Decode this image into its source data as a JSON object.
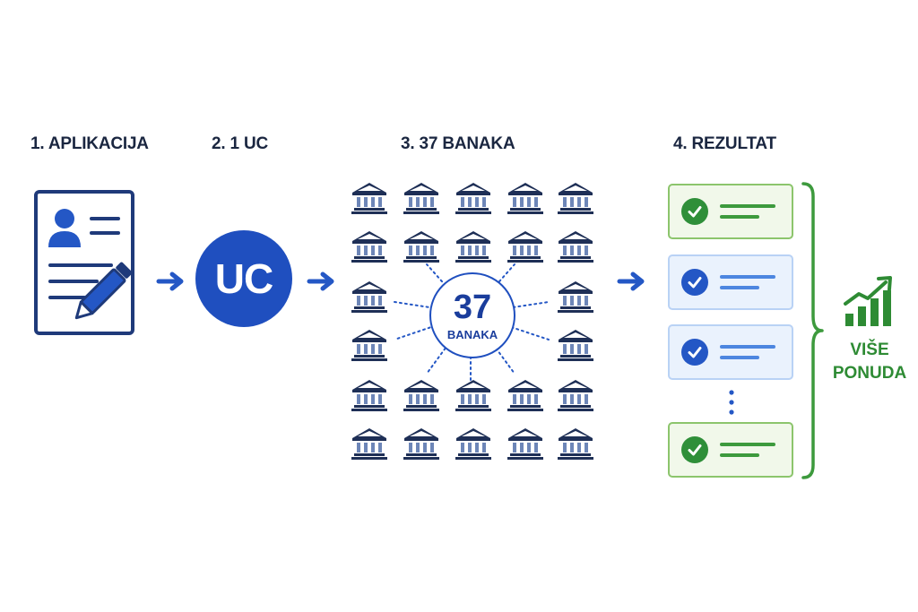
{
  "steps": [
    {
      "label": "1. APLIKACIJA"
    },
    {
      "label": "2. 1 UC"
    },
    {
      "label": "3. 37 BANAKA"
    },
    {
      "label": "4. REZULTAT"
    }
  ],
  "uc": {
    "text": "UC"
  },
  "banks": {
    "count_text": "37",
    "label": "BANAKA"
  },
  "results": [
    {
      "status": "accepted"
    },
    {
      "status": "offer"
    },
    {
      "status": "offer"
    },
    {
      "status": "accepted"
    }
  ],
  "outcome": {
    "line1": "VIŠE",
    "line2": "PONUDA"
  },
  "colors": {
    "navy": "#1a2640",
    "blue": "#1f4fbf",
    "green": "#2e8b34",
    "bank": "#1e2f56"
  },
  "icons": {
    "application": "document-pen-icon",
    "bank": "bank-building-icon",
    "arrow": "arrow-right-icon",
    "growth": "bar-chart-growth-icon",
    "check": "check-circle-icon"
  }
}
